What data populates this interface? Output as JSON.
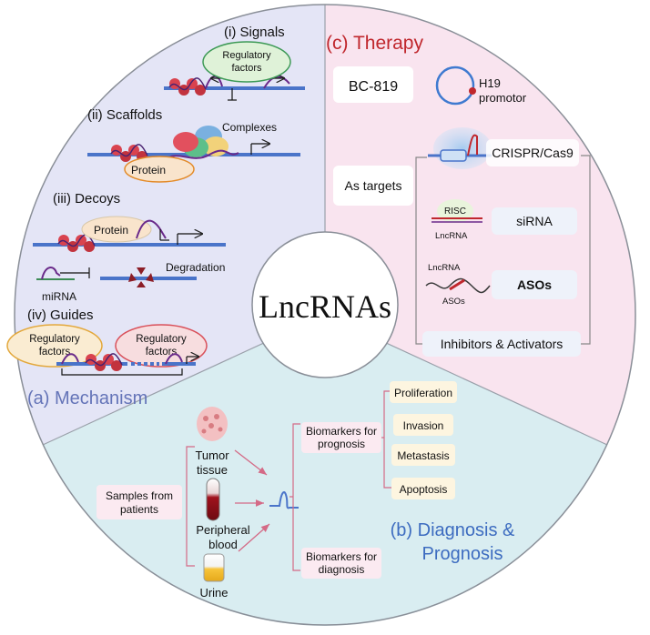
{
  "center": {
    "title": "LncRNAs"
  },
  "mechanism": {
    "heading": "(a) Mechanism",
    "signals": {
      "title": "(i) Signals",
      "regulatory_line1": "Regulatory",
      "regulatory_line2": "factors"
    },
    "scaffolds": {
      "title": "(ii) Scaffolds",
      "complexes": "Complexes",
      "protein": "Protein"
    },
    "decoys": {
      "title": "(iii) Decoys",
      "protein": "Protein",
      "degradation": "Degradation",
      "mirna": "miRNA"
    },
    "guides": {
      "title": "(iv) Guides",
      "reg1_line1": "Regulatory",
      "reg1_line2": "factors",
      "reg2_line1": "Regulatory",
      "reg2_line2": "factors"
    }
  },
  "therapy": {
    "heading": "(c) Therapy",
    "bc819": "BC-819",
    "h19_line1": "H19",
    "h19_line2": "promotor",
    "as_targets": "As targets",
    "crispr": "CRISPR/Cas9",
    "risc": "RISC",
    "lncrna_label1": "LncRNA",
    "sirna": "siRNA",
    "lncrna_label2": "LncRNA",
    "asos_label": "ASOs",
    "asos": "ASOs",
    "inhibitors": "Inhibitors & Activators"
  },
  "diagnosis": {
    "heading_line1": "(b) Diagnosis &",
    "heading_line2": "Prognosis",
    "samples_line1": "Samples from",
    "samples_line2": "patients",
    "tumor_line1": "Tumor",
    "tumor_line2": "tissue",
    "blood_line1": "Peripheral",
    "blood_line2": "blood",
    "urine": "Urine",
    "prognosis_line1": "Biomarkers for",
    "prognosis_line2": "prognosis",
    "diagnosis_line1": "Biomarkers for",
    "diagnosis_line2": "diagnosis",
    "proliferation": "Proliferation",
    "invasion": "Invasion",
    "metastasis": "Metastasis",
    "apoptosis": "Apoptosis"
  },
  "colors": {
    "mechanism_bg": "#e4e5f6",
    "therapy_bg": "#f9e4ef",
    "diagnosis_bg": "#d9edf1",
    "therapy_red": "#c0272d",
    "mechanism_blue": "#6474b8",
    "diagnosis_blue": "#3d6cc0"
  }
}
